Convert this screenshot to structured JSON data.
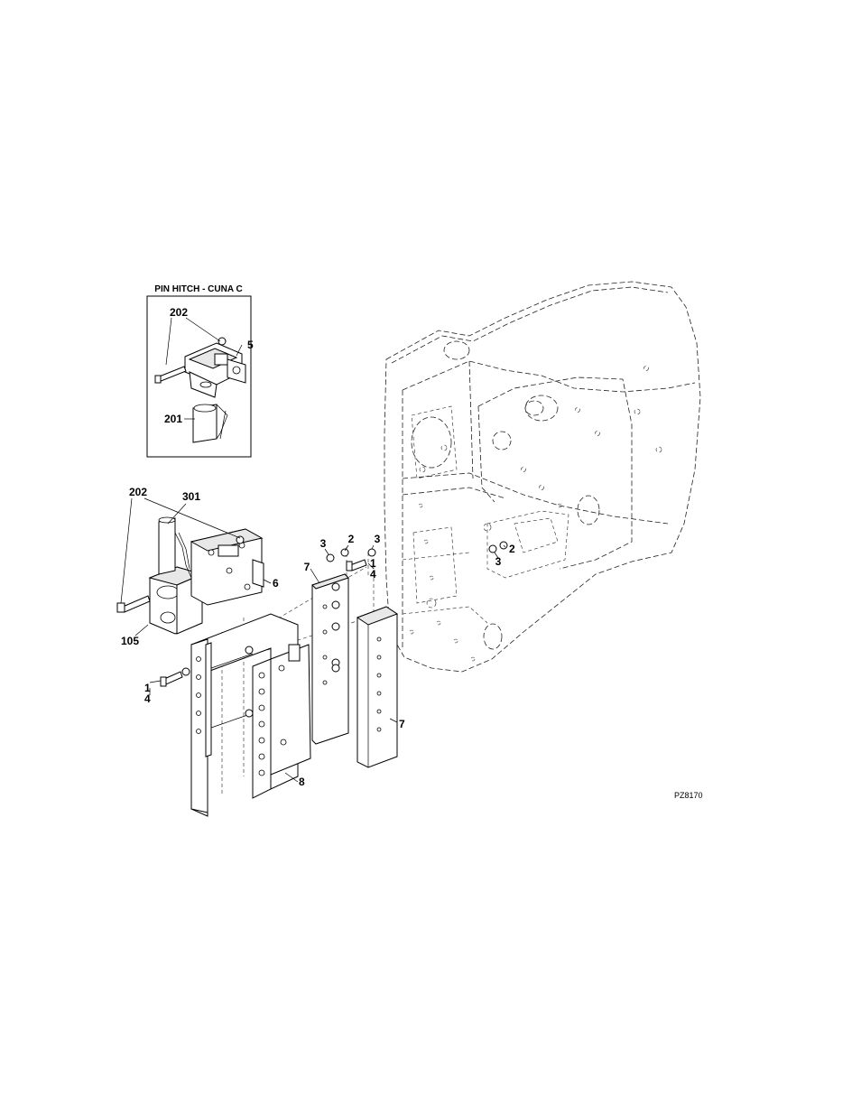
{
  "inset": {
    "title": "PIN HITCH - CUNA C",
    "labels": {
      "l202": "202",
      "l5": "5",
      "l201": "201"
    }
  },
  "main_labels": {
    "l202": "202",
    "l301": "301",
    "l6": "6",
    "l105": "105",
    "l1a": "1",
    "l4a": "4",
    "l8": "8",
    "l7a": "7",
    "l7b": "7",
    "l3a": "3",
    "l2a": "2",
    "l3b": "3",
    "l1b": "1",
    "l4b": "4",
    "l2b": "2",
    "l3c": "3"
  },
  "drawing_code": "PZ8170"
}
